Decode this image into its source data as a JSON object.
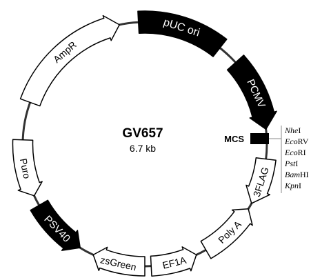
{
  "plasmid": {
    "name": "GV657",
    "size": "6.7 kb"
  },
  "features": [
    {
      "id": "puc-ori",
      "label": "pUC ori",
      "fill": "#000000",
      "text_color": "#ffffff"
    },
    {
      "id": "pcmv",
      "label": "PCMV",
      "fill": "#000000",
      "text_color": "#ffffff"
    },
    {
      "id": "3flag",
      "label": "3FLAG",
      "fill": "#ffffff",
      "text_color": "#000000"
    },
    {
      "id": "poly-a",
      "label": "Poly A",
      "fill": "#ffffff",
      "text_color": "#000000"
    },
    {
      "id": "ef1a",
      "label": "EF1A",
      "fill": "#ffffff",
      "text_color": "#000000"
    },
    {
      "id": "zsgreen",
      "label": "zsGreen",
      "fill": "#ffffff",
      "text_color": "#000000"
    },
    {
      "id": "psv40",
      "label": "PSV40",
      "fill": "#000000",
      "text_color": "#ffffff"
    },
    {
      "id": "puro",
      "label": "Puro",
      "fill": "#ffffff",
      "text_color": "#000000"
    },
    {
      "id": "ampr",
      "label": "AmpR",
      "fill": "#ffffff",
      "text_color": "#000000"
    }
  ],
  "mcs": {
    "label": "MCS",
    "sites": [
      {
        "italic": "Nhe",
        "roman": "I"
      },
      {
        "italic": "Eco",
        "roman": "RV"
      },
      {
        "italic": "Eco",
        "roman": "RI"
      },
      {
        "italic": "Pst",
        "roman": "I"
      },
      {
        "italic": "Bam",
        "roman": "HI"
      },
      {
        "italic": "Kpn",
        "roman": "I"
      }
    ]
  }
}
